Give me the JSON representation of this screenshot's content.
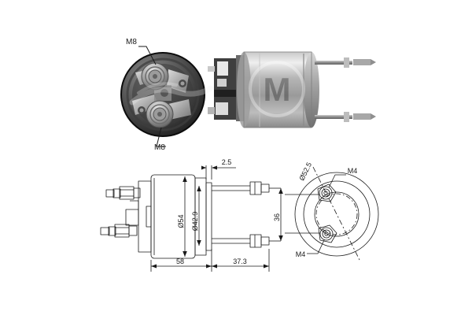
{
  "document": {
    "kind": "technical-part-drawing",
    "background_color": "#ffffff",
    "line_color": "#1a1a1a",
    "photo_tone_dark": "#2b2b2b",
    "photo_tone_mid": "#9a9a9a",
    "photo_tone_light": "#d5d5d5"
  },
  "photo_front": {
    "name": "front-view-photo",
    "labels": {
      "terminal_top": "M8",
      "terminal_bottom": "M8"
    }
  },
  "photo_side": {
    "name": "side-view-photo",
    "watermark": "M"
  },
  "drawing_side": {
    "name": "side-section-drawing",
    "dimensions": {
      "body_diameter": "Ø54",
      "flange_diameter": "Ø42.9",
      "body_length": "58",
      "stud_length": "37.3",
      "flange_thickness": "2.5"
    }
  },
  "drawing_rear": {
    "name": "rear-view-drawing",
    "dimensions": {
      "bolt_circle": "Ø52.5",
      "stud_spacing": "36"
    },
    "labels": {
      "stud_top": "M4",
      "stud_bottom": "M4"
    }
  }
}
